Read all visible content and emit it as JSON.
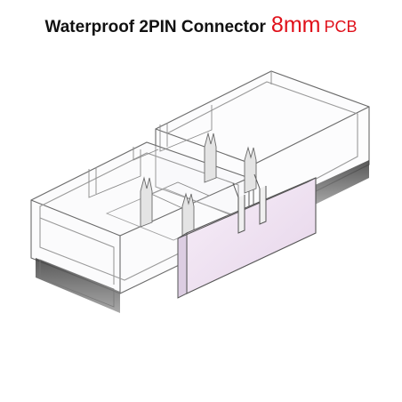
{
  "title": {
    "main": "Waterproof 2PIN Connector",
    "size": "8mm",
    "type": "PCB"
  },
  "colors": {
    "title_text": "#111111",
    "accent": "#e0101a",
    "outline": "#555555",
    "pcb_face": "#f2e8f4",
    "background": "#ffffff"
  },
  "image": {
    "subject": "transparent-connector-housing-with-pink-pcb-end-and-metal-pins"
  }
}
